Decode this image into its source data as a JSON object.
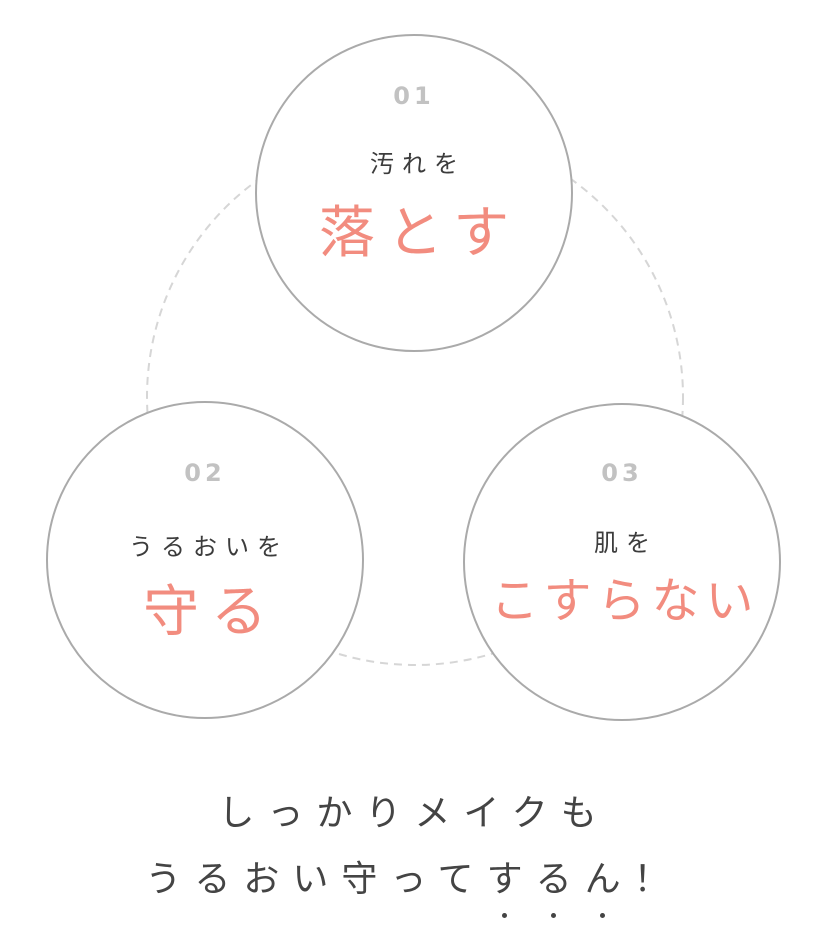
{
  "steps": [
    {
      "number": "01",
      "subtitle": "汚れを",
      "title": "落とす"
    },
    {
      "number": "02",
      "subtitle": "うるおいを",
      "title": "守る"
    },
    {
      "number": "03",
      "subtitle": "肌を",
      "title": "こすらない"
    }
  ],
  "message": {
    "line1": "しっかりメイクも",
    "line2_plain": "うるおい守って",
    "line2_emphasis": [
      "す",
      "る",
      "ん"
    ],
    "line2_end": "！"
  },
  "colors": {
    "accent": "#f28c7f",
    "text": "#444444",
    "number": "#c2c2c2",
    "border": "#aaaaaa"
  }
}
